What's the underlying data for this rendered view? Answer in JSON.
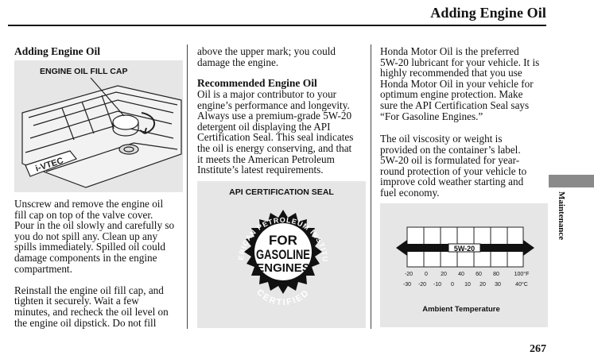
{
  "header": {
    "title": "Adding Engine Oil"
  },
  "col1": {
    "heading": "Adding Engine Oil",
    "figure_label": "ENGINE OIL FILL CAP",
    "lines": [
      "Unscrew and remove the engine oil",
      "fill cap on top of the valve cover.",
      "Pour in the oil slowly and carefully so",
      "you do not spill any. Clean up any",
      "spills immediately. Spilled oil could",
      "damage components in the engine",
      "compartment.",
      "",
      "Reinstall the engine oil fill cap, and",
      "tighten it securely. Wait a few",
      "minutes, and recheck the oil level on",
      "the engine oil dipstick. Do not fill"
    ]
  },
  "col2": {
    "intro_lines": [
      "above the upper mark; you could",
      "damage the engine."
    ],
    "heading": "Recommended Engine Oil",
    "lines": [
      "Oil is a major contributor to your",
      "engine’s performance and longevity.",
      "Always use a premium-grade 5W-20",
      "detergent oil displaying the API",
      "Certification Seal. This seal indicates",
      "the oil is energy conserving, and that",
      "it meets the American Petroleum",
      "Institute’s latest requirements."
    ],
    "seal_label": "API CERTIFICATION SEAL",
    "seal": {
      "top_arc": "AMERICAN PETROLEUM INSTITUTE",
      "line1": "FOR",
      "line2": "GASOLINE",
      "line3": "ENGINES",
      "bottom_arc": "CERTIFIED"
    }
  },
  "col3": {
    "lines_a": [
      "Honda Motor Oil is the preferred",
      "5W-20 lubricant for your vehicle. It is",
      "highly recommended that you use",
      "Honda Motor Oil in your vehicle for",
      "optimum engine protection. Make",
      "sure the API Certification Seal says",
      "“For Gasoline Engines.”"
    ],
    "lines_b": [
      "The oil viscosity or weight is",
      "provided on the container’s label.",
      "5W-20 oil is formulated for year-",
      "round protection of your vehicle to",
      "improve cold weather starting and",
      "fuel economy."
    ],
    "chart": {
      "bar_label": "5W-20",
      "f_ticks": [
        "-20",
        "0",
        "20",
        "40",
        "60",
        "80",
        "100°F"
      ],
      "c_ticks": [
        "-30",
        "-20",
        "-10",
        "0",
        "10",
        "20",
        "30",
        "40°C"
      ],
      "caption": "Ambient Temperature"
    }
  },
  "side": {
    "section": "Maintenance"
  },
  "footer": {
    "page_number": "267"
  }
}
